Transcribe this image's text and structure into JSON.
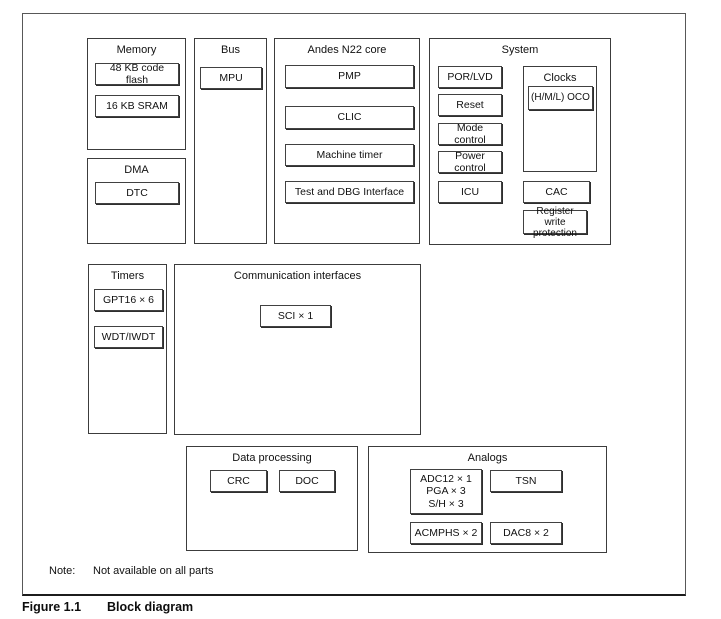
{
  "figure": {
    "groups": {
      "memory": {
        "title": "Memory",
        "items": [
          "48 KB code flash",
          "16 KB SRAM"
        ]
      },
      "dma": {
        "title": "DMA",
        "items": [
          "DTC"
        ]
      },
      "bus": {
        "title": "Bus",
        "items": [
          "MPU"
        ]
      },
      "core": {
        "title": "Andes N22 core",
        "items": [
          "PMP",
          "CLIC",
          "Machine timer",
          "Test and DBG Interface"
        ]
      },
      "system": {
        "title": "System",
        "left_items": [
          "POR/LVD",
          "Reset",
          "Mode control",
          "Power control",
          "ICU"
        ],
        "clocks": {
          "title": "Clocks",
          "items": [
            "(H/M/L) OCO"
          ]
        },
        "right_items": [
          "CAC",
          "Register write protection"
        ]
      },
      "timers": {
        "title": "Timers",
        "items": [
          "GPT16 × 6",
          "WDT/IWDT"
        ]
      },
      "comm": {
        "title": "Communication interfaces",
        "items": [
          "SCI × 1"
        ]
      },
      "data_processing": {
        "title": "Data processing",
        "items": [
          "CRC",
          "DOC"
        ]
      },
      "analogs": {
        "title": "Analogs",
        "items": [
          "ADC12 × 1\nPGA × 3\nS/H × 3",
          "TSN",
          "ACMPHS × 2",
          "DAC8 × 2"
        ]
      }
    },
    "note": {
      "label": "Note:",
      "text": "Not available on all parts"
    },
    "caption": {
      "number": "Figure 1.1",
      "title": "Block diagram"
    },
    "colors": {
      "border": "#3c3c3c",
      "text": "#111111",
      "background": "#ffffff"
    }
  }
}
